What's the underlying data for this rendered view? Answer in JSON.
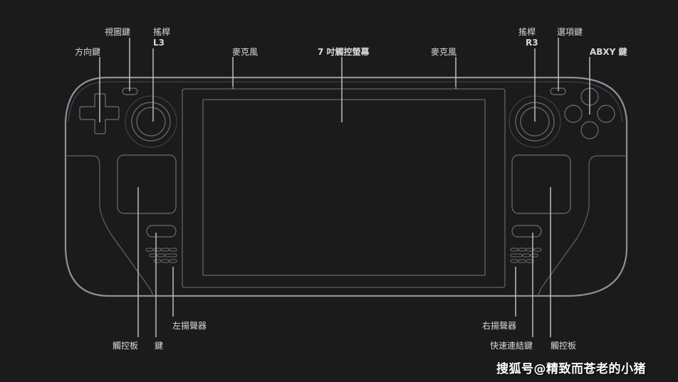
{
  "diagram": {
    "subject": "handheld game console front view",
    "colors": {
      "background": "#1b1b1c",
      "outline_outer": "#8a919b",
      "outline_inner": "#5f646b",
      "leader_line": "#bdbdbd",
      "label_text": "#d9d9d9"
    },
    "labels": {
      "dpad": "方向鍵",
      "view_button": "視圖鍵",
      "stick_l_line1": "搖桿",
      "stick_l_line2": "L3",
      "mic_left": "麥克風",
      "screen": "7 吋觸控螢幕",
      "mic_right": "麥克風",
      "stick_r_line1": "搖桿",
      "stick_r_line2": "R3",
      "menu_button": "選項鍵",
      "abxy": "ABXY 鍵",
      "trackpad_left": "觸控板",
      "steam_button": "鍵",
      "speaker_left": "左揚聲器",
      "speaker_right": "右揚聲器",
      "quick_access": "快速連結鍵",
      "trackpad_right": "觸控板"
    }
  },
  "watermark": "搜狐号@精致而苍老的小猪"
}
